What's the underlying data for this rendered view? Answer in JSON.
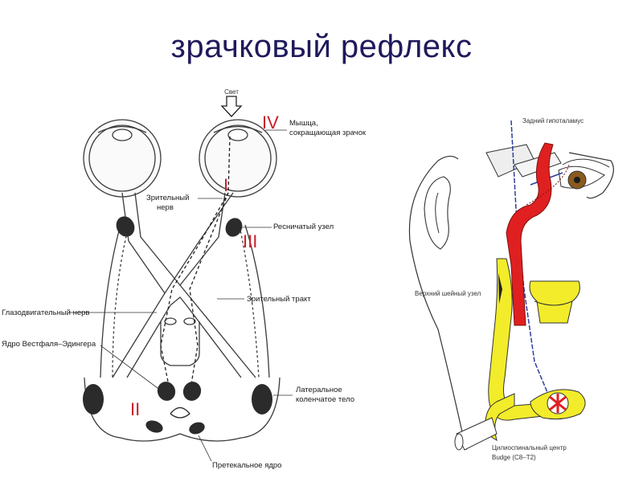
{
  "title": "зрачковый рефлекс",
  "colors": {
    "title": "#1f1a5c",
    "roman": "#c8202a",
    "nucleus": "#2b2b2b",
    "sympathetic_red": "#e02020",
    "sympathetic_yellow": "#f2ec2a",
    "nerve_blue": "#2c3f9e"
  },
  "left_diagram": {
    "labels": {
      "light": "Свет",
      "muscle_line1": "Мышца,",
      "muscle_line2": "сокращающая зрачок",
      "optic_nerve_line1": "Зрительный",
      "optic_nerve_line2": "нерв",
      "ciliary_ganglion": "Ресничатый узел",
      "oculomotor_nerve": "Глазодвигательный нерв",
      "optic_tract": "Зрительный тракт",
      "edinger_westphal": "Ядро Вестфаля–Эдингера",
      "lgn_line1": "Латеральное",
      "lgn_line2": "коленчатое тело",
      "pretectal": "Претекальное ядро"
    },
    "roman_numerals": {
      "r1": "I",
      "r2": "II",
      "r3": "III",
      "r4": "IV"
    }
  },
  "right_diagram": {
    "labels": {
      "hypothalamus": "Задний гипоталамус",
      "superior_cervical": "Верхний шейный узел",
      "cilio_line1": "Цилиоспинальный центр",
      "cilio_line2": "Budge (C8–T2)"
    }
  }
}
